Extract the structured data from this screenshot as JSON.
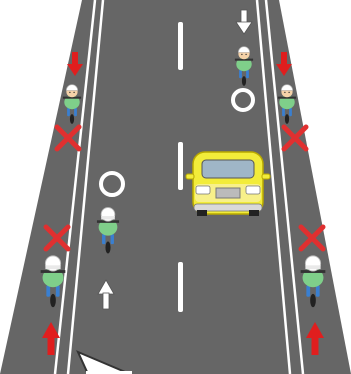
{
  "scene": {
    "road_color": "#666666",
    "background_color": "#ffffff",
    "lane_line_color": "#ffffff",
    "car_color": "#f2ec3a",
    "wrong_way_arrow_color": "#e01e1e",
    "correct_way_arrow_color": "#ffffff",
    "x_mark_color": "#e03030",
    "o_mark_color": "#ffffff",
    "elements": [
      {
        "kind": "bicycle",
        "direction": "toward_viewer",
        "area": "left_shoulder",
        "marked": "x",
        "arrow": "red-down"
      },
      {
        "kind": "bicycle",
        "direction": "away_from_viewer",
        "area": "left_shoulder",
        "marked": "x",
        "arrow": "red-up"
      },
      {
        "kind": "bicycle",
        "direction": "away_from_viewer",
        "area": "left_lane",
        "marked": "o",
        "arrow": "white-up"
      },
      {
        "kind": "bicycle",
        "direction": "toward_viewer",
        "area": "right_lane",
        "marked": "o",
        "arrow": "white-down"
      },
      {
        "kind": "bicycle",
        "direction": "toward_viewer",
        "area": "right_shoulder",
        "marked": "x",
        "arrow": "red-down"
      },
      {
        "kind": "bicycle",
        "direction": "away_from_viewer",
        "area": "right_shoulder",
        "marked": "x",
        "arrow": "red-up"
      },
      {
        "kind": "car",
        "direction": "toward_viewer",
        "area": "right_lane"
      }
    ]
  }
}
